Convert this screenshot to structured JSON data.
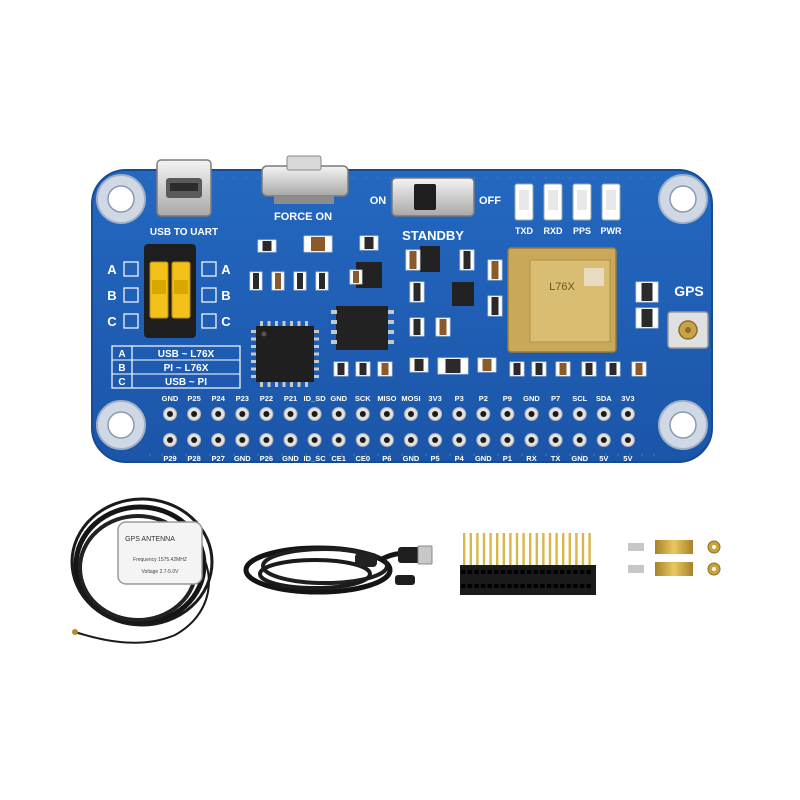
{
  "board": {
    "colors": {
      "pcb": "#1f5fb5",
      "pcb_edge": "#174a94",
      "silk": "#ffffff",
      "gold": "#c9a23a",
      "chip": "#222222",
      "switch_yellow": "#f2c21b"
    },
    "labels": {
      "usb_to_uart": "USB TO UART",
      "force_on": "FORCE ON",
      "on": "ON",
      "off": "OFF",
      "standby": "STANDBY",
      "gps": "GPS",
      "led_txd": "TXD",
      "led_rxd": "RXD",
      "led_pps": "PPS",
      "led_pwr": "PWR",
      "module_text": "L76X"
    },
    "switch_rows": [
      "A",
      "B",
      "C"
    ],
    "mode_table": [
      {
        "key": "A",
        "value": "USB ~ L76X"
      },
      {
        "key": "B",
        "value": "PI ~ L76X"
      },
      {
        "key": "C",
        "value": "USB ~ PI"
      }
    ],
    "header_top": [
      "GND",
      "P25",
      "P24",
      "P23",
      "P22",
      "P21",
      "ID_SD",
      "GND",
      "SCK",
      "MISO",
      "MOSI",
      "3V3",
      "P3",
      "P2",
      "P9",
      "GND",
      "P7",
      "SCL",
      "SDA",
      "3V3"
    ],
    "header_bottom": [
      "P29",
      "P28",
      "P27",
      "GND",
      "P26",
      "GND",
      "ID_SC",
      "CE1",
      "CE0",
      "P6",
      "GND",
      "P5",
      "P4",
      "GND",
      "P1",
      "RX",
      "TX",
      "GND",
      "5V",
      "5V"
    ]
  },
  "accessories": {
    "antenna_label": "GPS ANTENNA",
    "antenna_freq": "Frequency 1575.42MHZ",
    "antenna_voltage": "Voltage 2.7-5.0V"
  }
}
